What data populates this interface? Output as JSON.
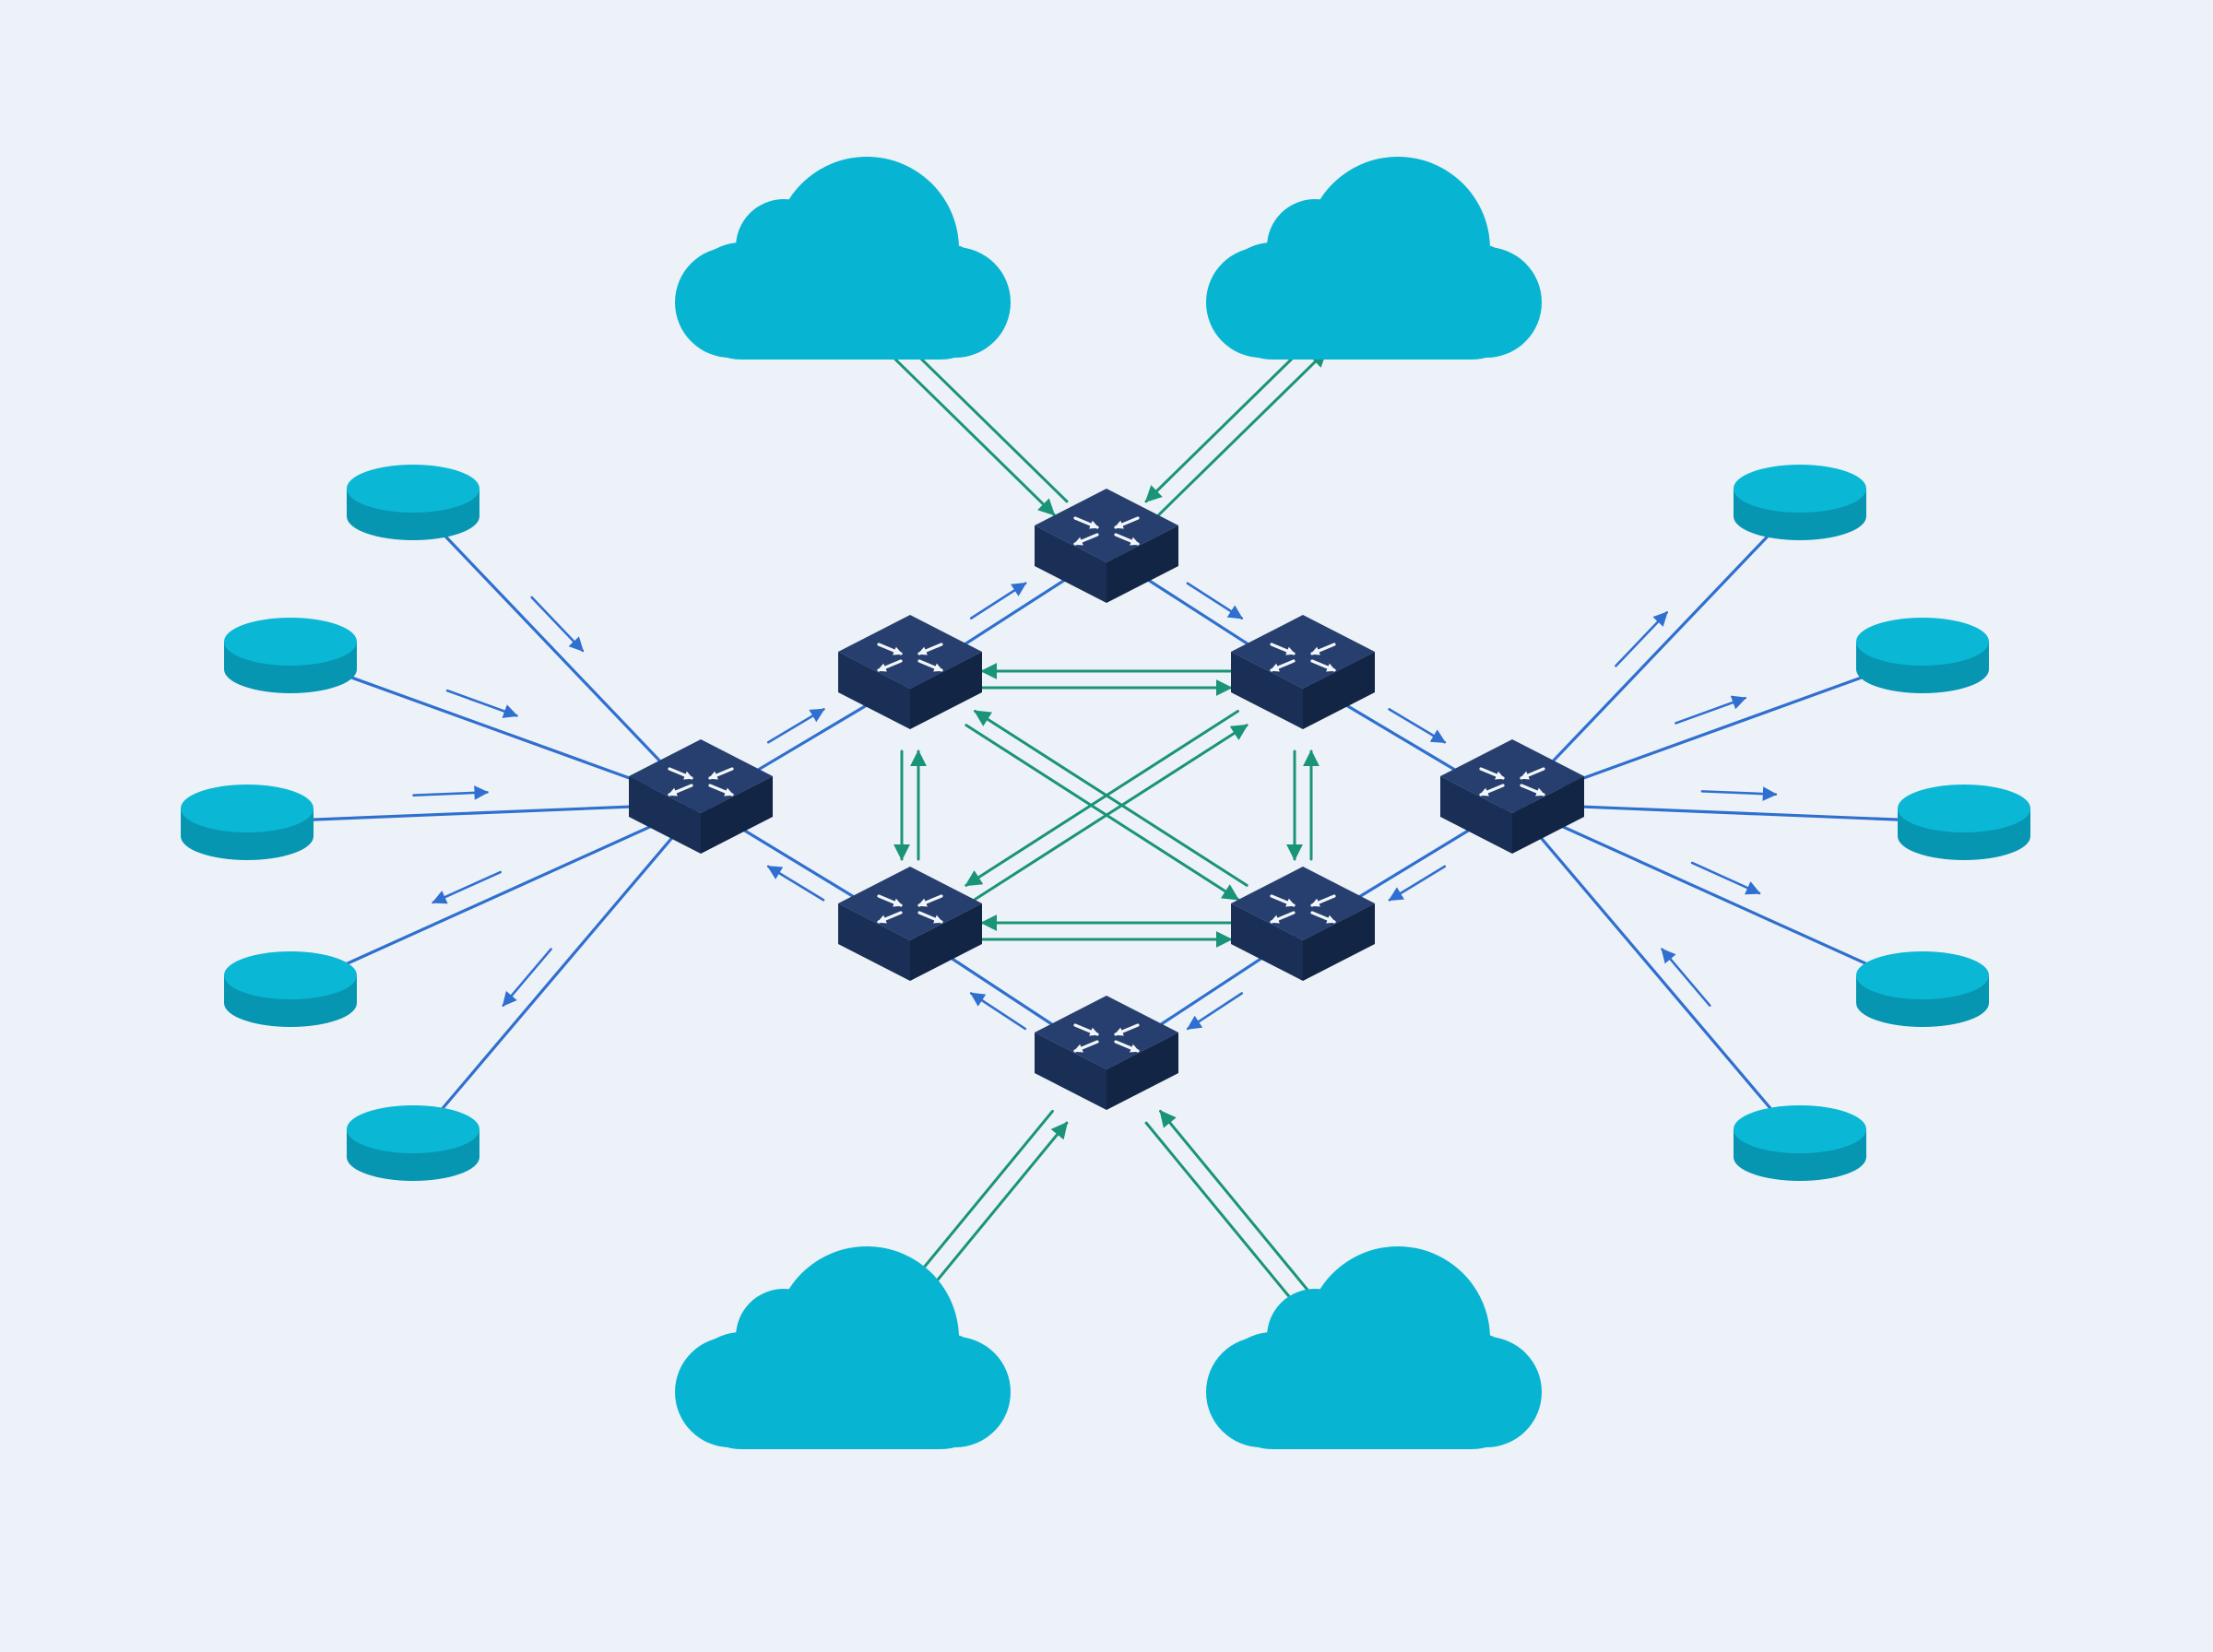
{
  "colors": {
    "background": "#edf2f8",
    "cloud": "#07b5d3",
    "endpoint_top": "#0ab8d6",
    "endpoint_side": "#0696b2",
    "edge_link": "#2f6fcf",
    "core_link": "#1a9478",
    "router_top": "#263f6e",
    "router_left": "#1a2f55",
    "router_right": "#132545",
    "router_glyph": "#f2f6fb"
  },
  "icons": {
    "router": "router-icon",
    "cloud": "cloud-icon",
    "endpoint": "database-icon"
  },
  "nodes": {
    "clouds": [
      "cloud-top-left",
      "cloud-top-right",
      "cloud-bottom-left",
      "cloud-bottom-right"
    ],
    "routers": [
      "router-top",
      "router-mid-top-left",
      "router-mid-top-right",
      "router-left-hub",
      "router-right-hub",
      "router-mid-bottom-left",
      "router-mid-bottom-right",
      "router-bottom"
    ],
    "endpoints": [
      "endpoint-left-1",
      "endpoint-left-2",
      "endpoint-left-3",
      "endpoint-left-4",
      "endpoint-left-5",
      "endpoint-right-1",
      "endpoint-right-2",
      "endpoint-right-3",
      "endpoint-right-4",
      "endpoint-right-5"
    ]
  }
}
